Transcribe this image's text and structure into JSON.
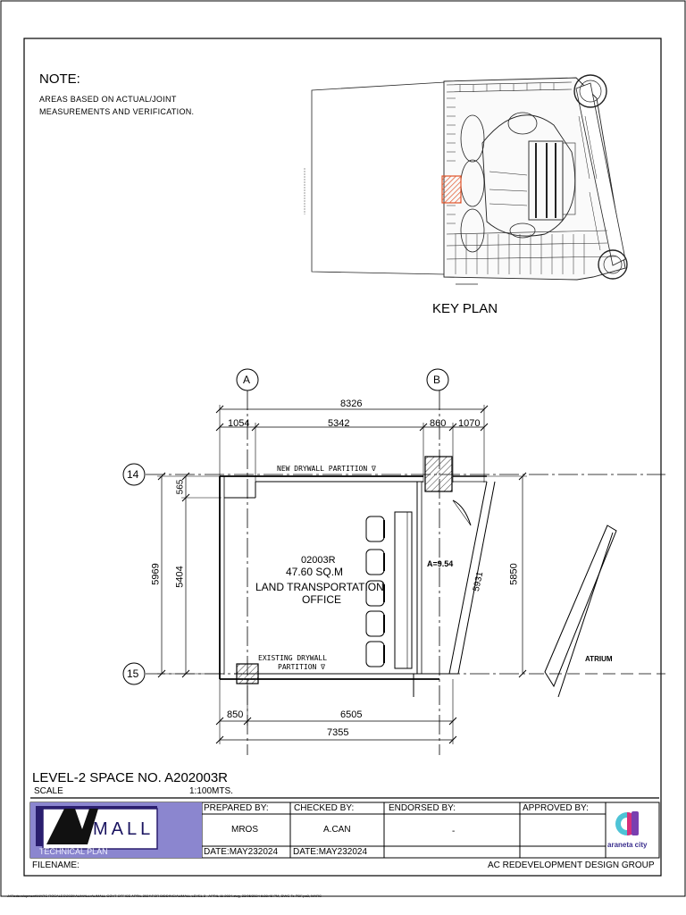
{
  "note": {
    "heading": "NOTE:",
    "line1": "AREAS BASED ON ACTUAL/JOINT",
    "line2": "MEASUREMENTS AND VERIFICATION."
  },
  "key_plan": {
    "label": "KEY PLAN"
  },
  "grid": {
    "a": "A",
    "b": "B",
    "row14": "14",
    "row15": "15"
  },
  "dims": {
    "total_top": "8326",
    "top_1": "1054",
    "top_2": "5342",
    "top_3": "860",
    "top_4": "1070",
    "left_outer": "5969",
    "left_inner": "5404",
    "left_small": "565",
    "right": "5850",
    "diag": "5931",
    "bottom_1": "850",
    "bottom_2": "6505",
    "bottom_total": "7355",
    "angle": "A=9.54"
  },
  "room": {
    "code": "02003R",
    "area": "47.60 SQ.M",
    "name1": "LAND TRANSPORTATION",
    "name2": "OFFICE"
  },
  "partitions": {
    "new": "NEW DRYWALL PARTITION ∇",
    "existing1": "EXISTING DRYWALL",
    "existing2": "PARTITION ∇"
  },
  "atrium": "ATRIUM",
  "title": {
    "space": "LEVEL-2 SPACE NO. A202003R",
    "scale_label": "SCALE",
    "scale_value": "1:100MTS."
  },
  "title_block": {
    "logo_text": "MALL",
    "logo_sub": "TECHNICAL PLAN",
    "prepared_by_label": "PREPARED BY:",
    "prepared_by": "MROS",
    "prepared_date": "DATE:MAY232024",
    "checked_by_label": "CHECKED BY:",
    "checked_by": "A.CAN",
    "checked_date": "DATE:MAY232024",
    "endorsed_by_label": "ENDORSED BY:",
    "endorsed_by": "-",
    "approved_by_label": "APPROVED BY:",
    "brand": "araneta city",
    "filename_label": "FILENAME:",
    "group": "AC REDEVELOPMENT DESIGN GROUP"
  },
  "footer_path": "J:\\Redevelopment\\MARC ROSALES\\2020\\ALIMALL\\ALIMALL GOVT OFFICE APRIL 2024\\FOR BIDDING\\ALIMALL LEVEL 2 - APRIL 11 2024.dwg, 23/05/2024 6:28:48 PM, DWG To PDF.pc3, MARC"
}
